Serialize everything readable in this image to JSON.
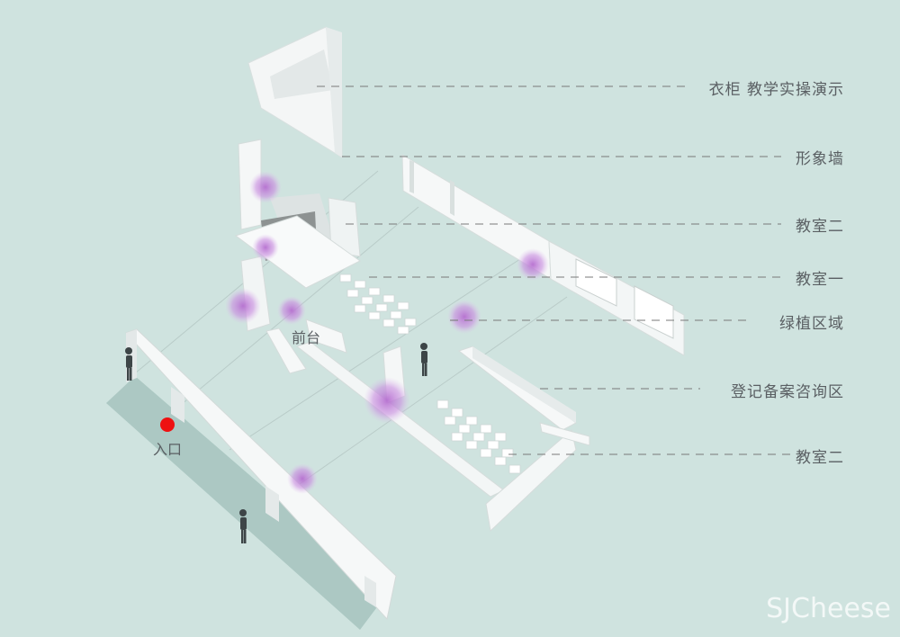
{
  "callouts": [
    {
      "label": "衣柜 教学实操演示"
    },
    {
      "label": "形象墙"
    },
    {
      "label": "教室二"
    },
    {
      "label": "教室一"
    },
    {
      "label": "绿植区域"
    },
    {
      "label": "登记备案咨询区"
    },
    {
      "label": "教室二"
    }
  ],
  "map_labels": {
    "reception": "前台",
    "entrance": "入口"
  },
  "watermark": "SJCheese",
  "colors": {
    "background": "#cfe3df",
    "wall": "#f6f8f8",
    "plant": "#b66fd0",
    "entrance_marker": "#ee1111",
    "leader_line": "#7a7a7a"
  }
}
